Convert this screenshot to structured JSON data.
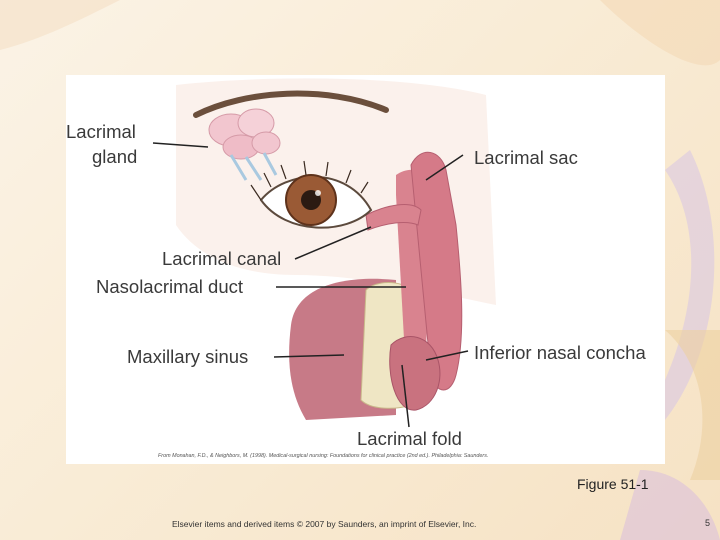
{
  "figure": {
    "labels": {
      "lacrimal_gland_line1": "Lacrimal",
      "lacrimal_gland_line2": "gland",
      "lacrimal_sac": "Lacrimal sac",
      "lacrimal_canal": "Lacrimal canal",
      "nasolacrimal_duct": "Nasolacrimal duct",
      "maxillary_sinus": "Maxillary sinus",
      "inferior_nasal_concha": "Inferior nasal concha",
      "lacrimal_fold": "Lacrimal fold"
    },
    "credit": "From Monahan, F.D., & Neighbors, M. (1998). Medical-surgical nursing: Foundations for clinical practice (2nd ed.). Philadelphia: Saunders.",
    "number": "Figure 51-1"
  },
  "footer": {
    "copyright": "Elsevier items and derived items © 2007 by Saunders, an imprint of Elsevier, Inc.",
    "page_number": "5"
  },
  "colors": {
    "tissue_pink": "#d9838f",
    "tissue_dark": "#b65f70",
    "iris_brown": "#9a5a35",
    "gland_pink": "#f2c6cf",
    "bone": "#efe6c4"
  }
}
